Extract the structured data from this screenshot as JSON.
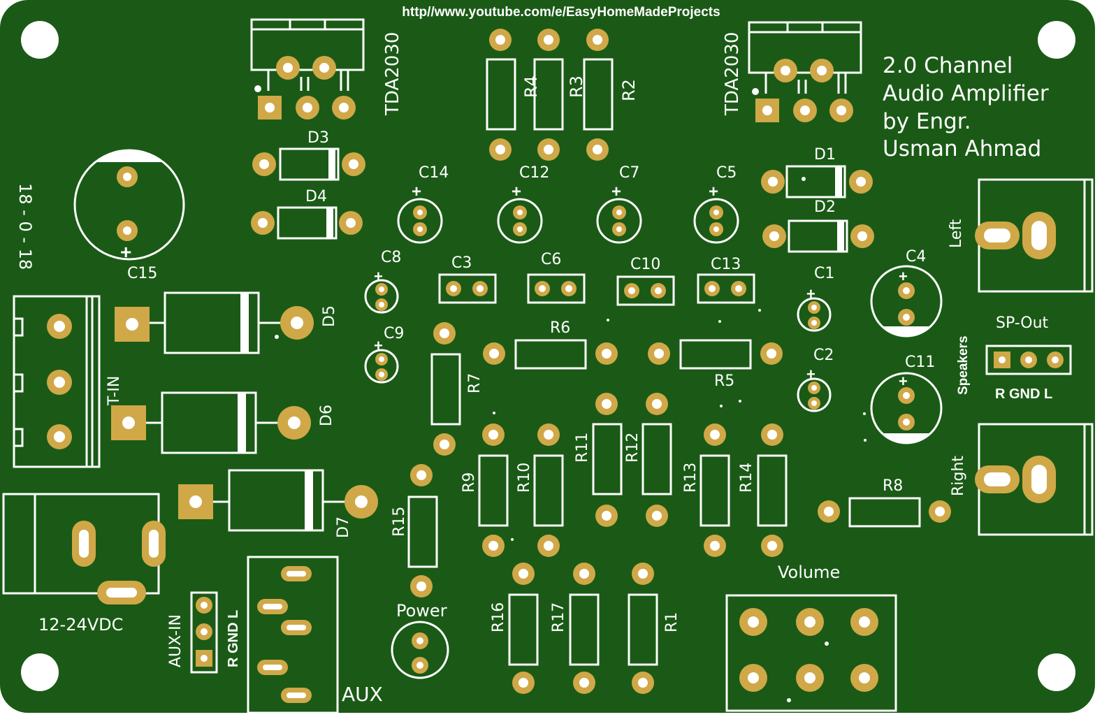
{
  "board": {
    "url": "http//www.youtube.com/e/EasyHomeMadeProjects",
    "title_lines": [
      "2.0 Channel",
      "Audio Amplifier",
      "by Engr.",
      "Usman Ahmad"
    ],
    "colors": {
      "board": "#1a5a16",
      "silk": "#ffffff",
      "pad": "#d0a848",
      "hole": "#ffffff"
    }
  },
  "labels": {
    "tda_left": "TDA2030",
    "tda_right": "TDA2030",
    "r4": "R4",
    "r3": "R3",
    "r2": "R2",
    "d3": "D3",
    "d4": "D4",
    "d1": "D1",
    "d2": "D2",
    "c14": "C14",
    "c12": "C12",
    "c7": "C7",
    "c5": "C5",
    "c15": "C15",
    "c8": "C8",
    "c9": "C9",
    "c3": "C3",
    "c6": "C6",
    "c10": "C10",
    "c13": "C13",
    "c1": "C1",
    "c2": "C2",
    "c4": "C4",
    "c11": "C11",
    "d5": "D5",
    "d6": "D6",
    "d7": "D7",
    "r6": "R6",
    "r5": "R5",
    "r7": "R7",
    "r8": "R8",
    "r9": "R9",
    "r10": "R10",
    "r11": "R11",
    "r12": "R12",
    "r13": "R13",
    "r14": "R14",
    "r15": "R15",
    "r16": "R16",
    "r17": "R17",
    "r1": "R1",
    "transformer_voltage": "18 - 0 - 18",
    "t_in": "T-IN",
    "dc_in": "12-24VDC",
    "aux_in": "AUX-IN",
    "aux_in_pins": "R GND L",
    "aux": "AUX",
    "power": "Power",
    "volume": "Volume",
    "left": "Left",
    "right": "Right",
    "speakers": "Speakers",
    "sp_out": "SP-Out",
    "sp_out_pins": "R GND L",
    "plus": "+"
  }
}
